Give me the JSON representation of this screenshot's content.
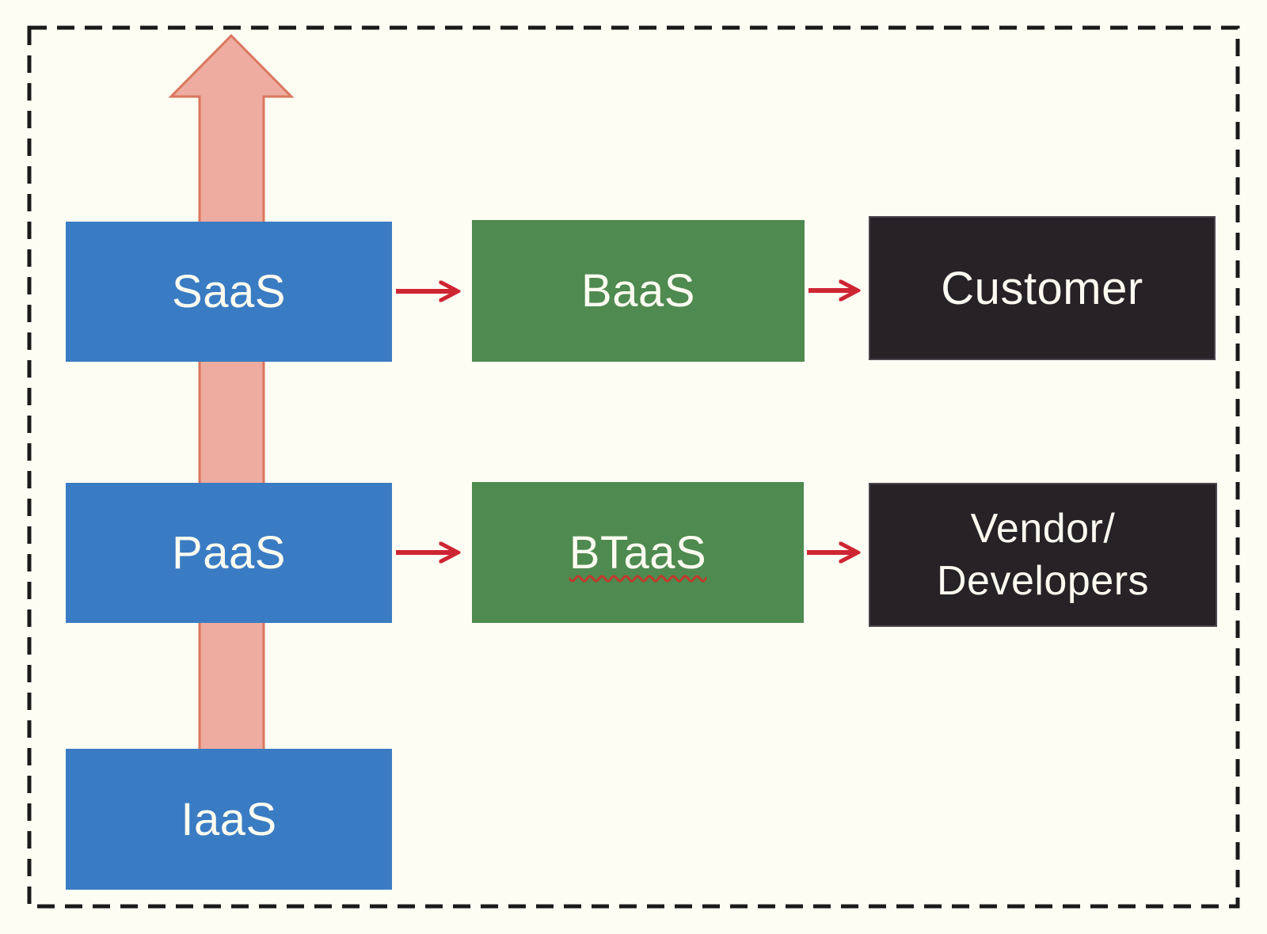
{
  "diagram": {
    "background_color": "#fdfdf4",
    "border_color": "#1a1a1a",
    "up_arrow": {
      "icon": "up-arrow-icon",
      "fill": "#eeab9f",
      "stroke": "#d9775f"
    },
    "flow_arrow_color": "#ce2533",
    "text_color": "#fcfbf1",
    "stack_boxes": [
      {
        "label": "SaaS",
        "color": "#3a7cc3"
      },
      {
        "label": "PaaS",
        "color": "#3a7cc3"
      },
      {
        "label": "IaaS",
        "color": "#3a7cc3"
      }
    ],
    "service_boxes": [
      {
        "label": "BaaS",
        "color": "#4f8a50",
        "spellcheck_underline": false
      },
      {
        "label": "BTaaS",
        "color": "#4f8a50",
        "spellcheck_underline": true
      }
    ],
    "actor_boxes": [
      {
        "label": "Customer",
        "color": "#262226"
      },
      {
        "label": "Vendor/\nDevelopers",
        "color": "#262226"
      }
    ]
  }
}
